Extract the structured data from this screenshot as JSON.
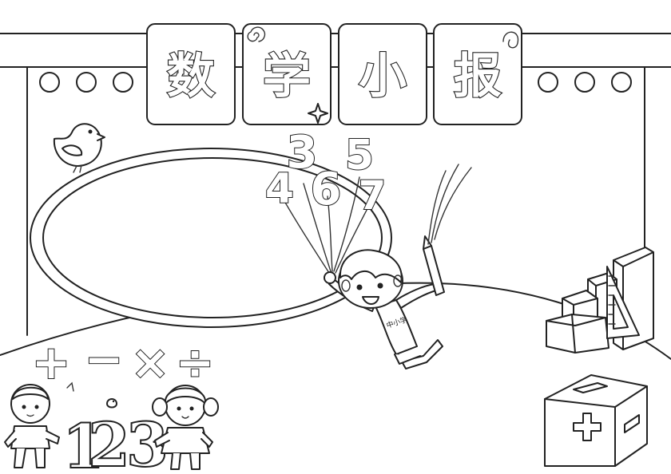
{
  "title": {
    "chars": [
      "数",
      "学",
      "小",
      "报"
    ]
  },
  "balloons": [
    "3",
    "6",
    "5",
    "4",
    "7"
  ],
  "math_symbols": [
    "+",
    "−",
    "×",
    "÷"
  ],
  "floor_numbers": [
    "1",
    "2",
    "3"
  ],
  "shirt_text": "中小学",
  "colors": {
    "line": "#222222",
    "paper": "#ffffff"
  },
  "icons": [
    "bird-icon",
    "pencil-icon",
    "sparkle-icon",
    "spiral-icon",
    "plus-icon",
    "minus-icon"
  ]
}
